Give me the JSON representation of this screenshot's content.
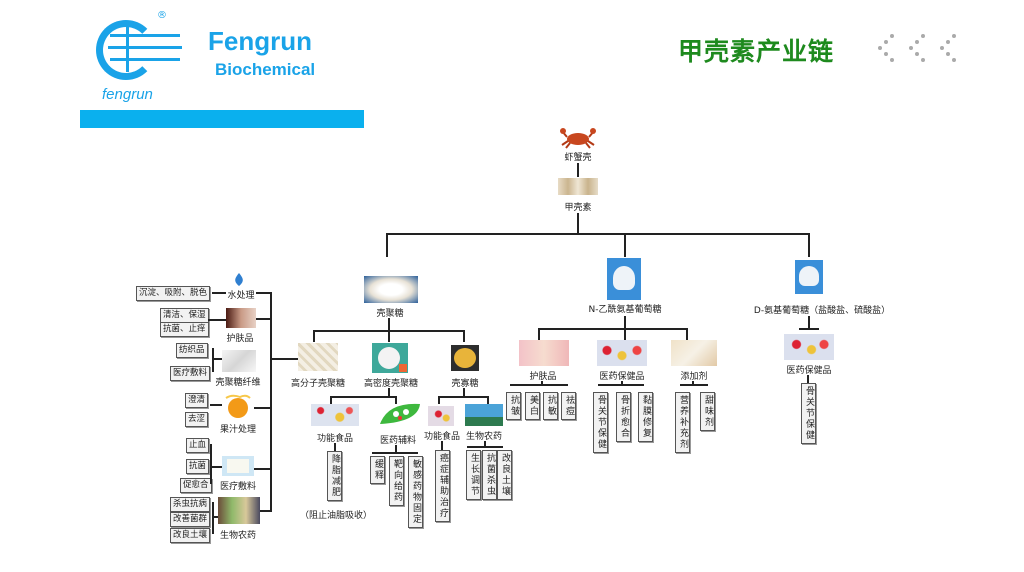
{
  "header": {
    "brand_name": "Fengrun",
    "brand_sub": "Biochemical",
    "logo_text": "fengrun",
    "registered": "®",
    "title": "甲壳素产业链",
    "colors": {
      "brand": "#1aa3e8",
      "title": "#1e8a1e",
      "bar": "#0ab0ee"
    }
  },
  "tree": {
    "root": "虾蟹壳",
    "chitin": "甲壳素",
    "chitosan": {
      "label": "壳聚糖",
      "left_apps": [
        {
          "label": "水处理",
          "tags": [
            "沉淀、吸附、脱色"
          ]
        },
        {
          "label": "护肤品",
          "tags": [
            "清洁、保湿",
            "抗菌、止痒"
          ]
        },
        {
          "label": "壳聚糖纤维",
          "tags": [
            "纺织品",
            "医疗敷料"
          ]
        },
        {
          "label": "果汁处理",
          "tags": [
            "澄清",
            "去涩"
          ]
        },
        {
          "label": "医疗敷料",
          "tags": [
            "止血",
            "抗菌",
            "促愈合"
          ]
        },
        {
          "label": "生物农药",
          "tags": [
            "杀虫抗病",
            "改善菌群",
            "改良土壤"
          ]
        }
      ],
      "children": [
        {
          "label": "高分子壳聚糖"
        },
        {
          "label": "高密度壳聚糖"
        },
        {
          "label": "壳寡糖"
        }
      ],
      "high_density": {
        "functional_food": {
          "label": "功能食品",
          "tags": [
            "降脂减肥"
          ],
          "note": "（阻止油脂吸收）"
        },
        "pharma_excipient": {
          "label": "医药辅料",
          "tags": [
            "缓释",
            "靶向给药",
            "敏感药物固定"
          ]
        }
      },
      "oligo": {
        "functional_food": {
          "label": "功能食品",
          "tags": [
            "癌症辅助治疗"
          ]
        },
        "bio_pesticide": {
          "label": "生物农药",
          "tags": [
            "生长调节",
            "抗菌杀虫",
            "改良土壤"
          ]
        }
      }
    },
    "nag": {
      "label": "N-乙酰氨基葡萄糖",
      "children": [
        {
          "label": "护肤品",
          "tags": [
            "抗皱",
            "美白",
            "抗敏",
            "祛痘"
          ]
        },
        {
          "label": "医药保健品",
          "tags": [
            "骨关节保健",
            "骨折愈合",
            "黏膜修复"
          ]
        },
        {
          "label": "添加剂",
          "tags": [
            "营养补充剂",
            "甜味剂"
          ]
        }
      ]
    },
    "glucosamine": {
      "label": "D-氨基葡萄糖（盐酸盐、硫酸盐）",
      "child": {
        "label": "医药保健品",
        "tags": [
          "骨关节保健"
        ]
      }
    }
  }
}
